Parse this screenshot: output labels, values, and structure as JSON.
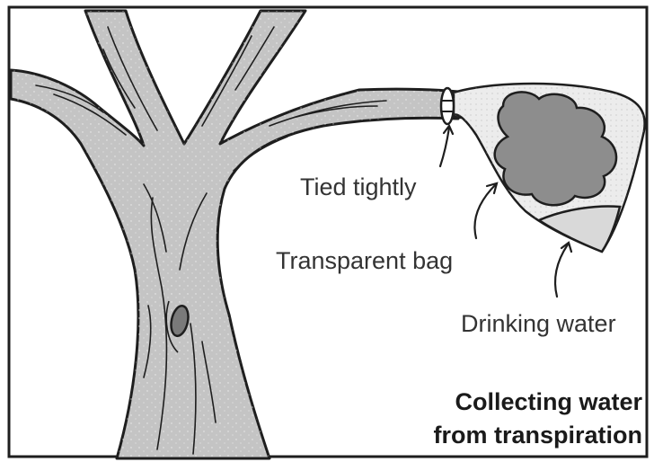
{
  "labels": {
    "tied": "Tied tightly",
    "bag": "Transparent bag",
    "water": "Drinking water"
  },
  "caption": {
    "line1": "Collecting water",
    "line2": "from transpiration"
  },
  "colors": {
    "bark": "#c4c4c4",
    "outline": "#1e1e1e",
    "leaves": "#8d8d8d",
    "bag": "#ececec",
    "knot": "#7a7a7a"
  }
}
